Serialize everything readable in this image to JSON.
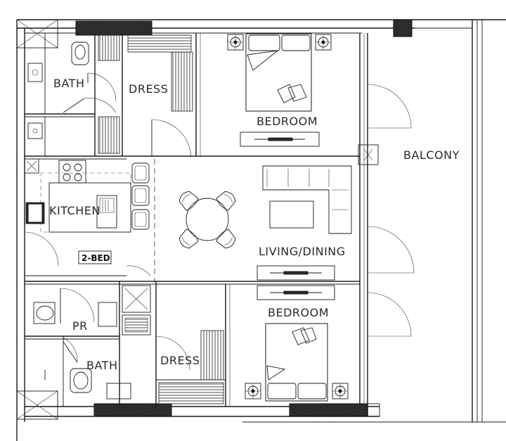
{
  "plan": {
    "rooms": {
      "bath_top": "BATH",
      "dress_top": "DRESS",
      "bedroom_top": "BEDROOM",
      "balcony": "BALCONY",
      "kitchen": "KITCHEN",
      "living_dining": "LIVING/DINING",
      "unit_tag": "2-BED",
      "bedroom_bottom": "BEDROOM",
      "pr": "PR",
      "bath_bottom": "BATH",
      "dress_bottom": "DRESS"
    }
  }
}
